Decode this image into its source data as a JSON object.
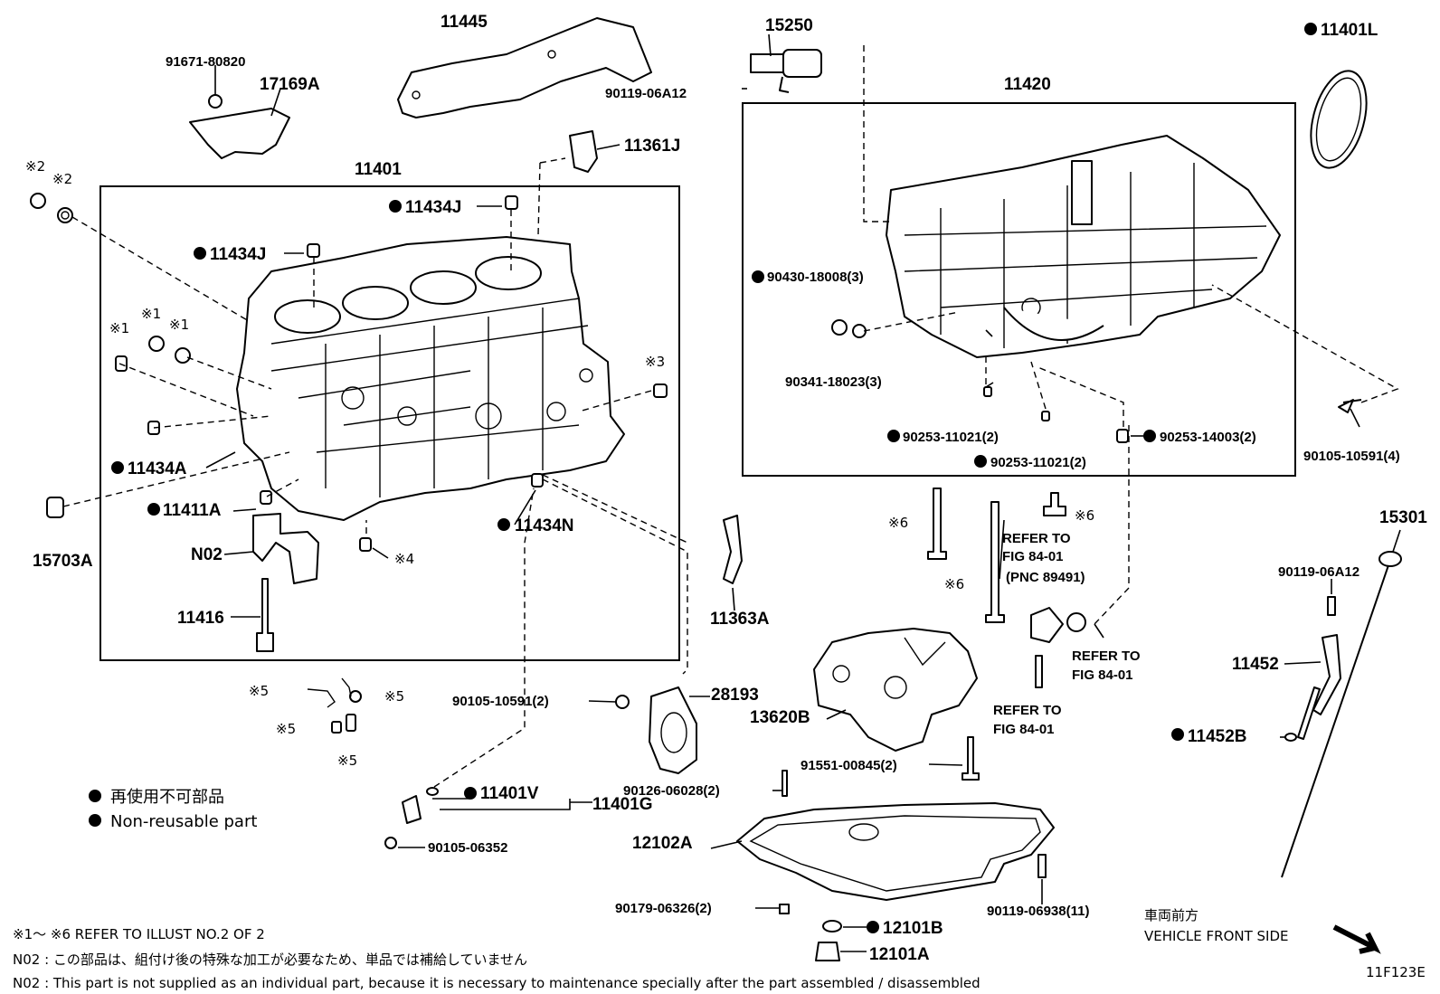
{
  "labels": {
    "p11445": "11445",
    "p15250": "15250",
    "p11401L": "11401L",
    "p91671": "91671-80820",
    "p17169A": "17169A",
    "p90119a": "90119-06A12",
    "p11420": "11420",
    "p11361J": "11361J",
    "p11401": "11401",
    "p11434J1": "11434J",
    "p11434J2": "11434J",
    "p9043018008": "90430-18008(3)",
    "p9034118023": "90341-18023(3)",
    "p9025311021a": "90253-11021(2)",
    "p9025311021b": "90253-11021(2)",
    "p9025314003": "90253-14003(2)",
    "p90105b": "90105-10591(4)",
    "p11434A": "11434A",
    "p11411A": "11411A",
    "p11434N": "11434N",
    "p15703A": "15703A",
    "pN02": "N02",
    "p11416": "11416",
    "p11363A": "11363A",
    "p15301": "15301",
    "p90119c": "90119-06A12",
    "p11452": "11452",
    "p11452B": "11452B",
    "p28193": "28193",
    "p90105a": "90105-10591(2)",
    "p13620B": "13620B",
    "p91551": "91551-00845(2)",
    "p90126": "90126-06028(2)",
    "p11401V": "11401V",
    "p11401G": "11401G",
    "p9010506352": "90105-06352",
    "p12102A": "12102A",
    "p90179": "90179-06326(2)",
    "p90119b": "90119-06938(11)",
    "p12101B": "12101B",
    "p12101A": "12101A",
    "refer1a": "REFER TO",
    "refer1b": "FIG 84-01",
    "refer1c": "(PNC 89491)",
    "refer2a": "REFER TO",
    "refer2b": "FIG 84-01",
    "refer3a": "REFER TO",
    "refer3b": "FIG 84-01",
    "m1a": "※1",
    "m1b": "※1",
    "m1c": "※1",
    "m2a": "※2",
    "m2b": "※2",
    "m3": "※3",
    "m4": "※4",
    "m5a": "※5",
    "m5b": "※5",
    "m5c": "※5",
    "m5d": "※5",
    "m6a": "※6",
    "m6b": "※6",
    "m6c": "※6"
  },
  "legend": {
    "jp": "再使用不可部品",
    "en": "Non-reusable part"
  },
  "notes": {
    "line1": "※1～ ※6  REFER TO ILLUST NO.2 OF 2",
    "line2": "N02 : この部品は、組付け後の特殊な加工が必要なため、単品では補給していません",
    "line3": "N02 : This part is not supplied as an individual part, because it is necessary to maintenance specially after the part assembled / disassembled"
  },
  "direction": {
    "jp": "車両前方",
    "en": "VEHICLE FRONT SIDE"
  },
  "figure_id": "11F123E"
}
